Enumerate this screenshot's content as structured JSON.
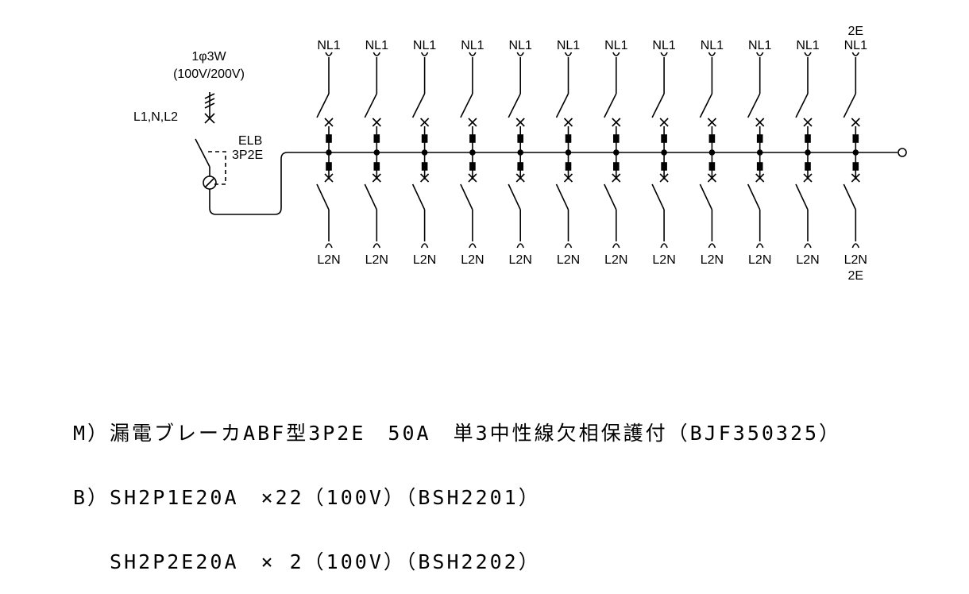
{
  "supply": {
    "phase": "1φ3W",
    "voltage": "(100V/200V)",
    "lines": "L1,N,L2"
  },
  "main_breaker": {
    "type": "ELB",
    "poles": "3P2E"
  },
  "branches": [
    {
      "top": "NL1",
      "bottom": "L2N",
      "top_extra": "",
      "bottom_extra": ""
    },
    {
      "top": "NL1",
      "bottom": "L2N",
      "top_extra": "",
      "bottom_extra": ""
    },
    {
      "top": "NL1",
      "bottom": "L2N",
      "top_extra": "",
      "bottom_extra": ""
    },
    {
      "top": "NL1",
      "bottom": "L2N",
      "top_extra": "",
      "bottom_extra": ""
    },
    {
      "top": "NL1",
      "bottom": "L2N",
      "top_extra": "",
      "bottom_extra": ""
    },
    {
      "top": "NL1",
      "bottom": "L2N",
      "top_extra": "",
      "bottom_extra": ""
    },
    {
      "top": "NL1",
      "bottom": "L2N",
      "top_extra": "",
      "bottom_extra": ""
    },
    {
      "top": "NL1",
      "bottom": "L2N",
      "top_extra": "",
      "bottom_extra": ""
    },
    {
      "top": "NL1",
      "bottom": "L2N",
      "top_extra": "",
      "bottom_extra": ""
    },
    {
      "top": "NL1",
      "bottom": "L2N",
      "top_extra": "",
      "bottom_extra": ""
    },
    {
      "top": "NL1",
      "bottom": "L2N",
      "top_extra": "",
      "bottom_extra": ""
    },
    {
      "top": "NL1",
      "bottom": "L2N",
      "top_extra": "2E",
      "bottom_extra": "2E"
    }
  ],
  "notes": [
    "M）漏電ブレーカABF型3P2E　50A　単3中性線欠相保護付（BJF350325）",
    "B）SH2P1E20A　×22（100V）（BSH2201）",
    "　 SH2P2E20A　× 2（100V）（BSH2202）"
  ]
}
